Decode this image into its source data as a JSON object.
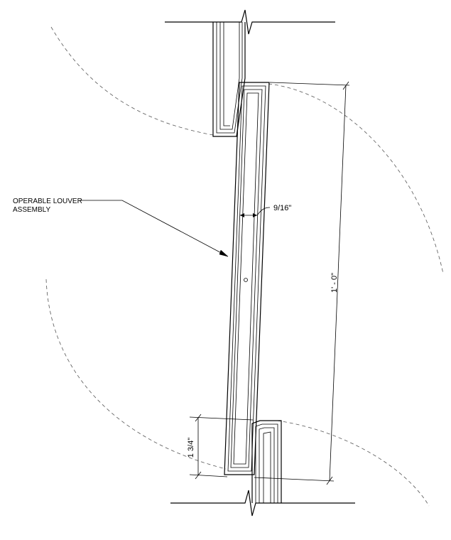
{
  "drawing": {
    "callout_label_line1": "OPERABLE LOUVER",
    "callout_label_line2": "ASSEMBLY",
    "dim_thickness": "9/16\"",
    "dim_overall": "1' - 0\"",
    "dim_frame": "1 3/4\""
  }
}
